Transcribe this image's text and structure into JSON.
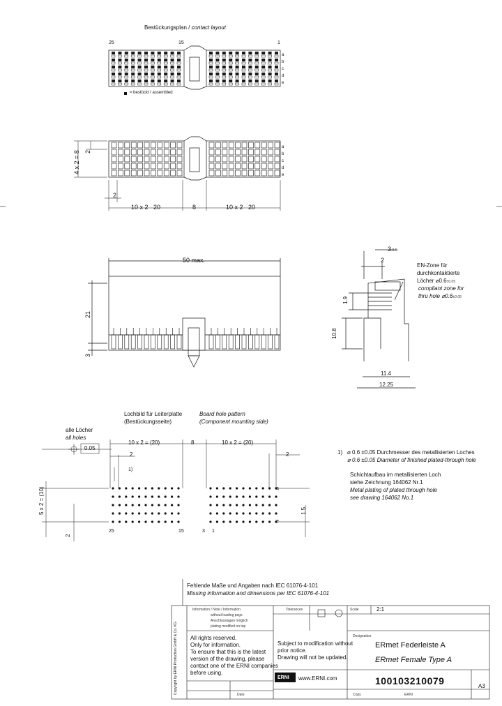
{
  "layout_plan": {
    "title": "Bestückungsplan",
    "title_en": "contact layout",
    "col_25": "25",
    "col_15": "15",
    "col_1": "1",
    "rows": [
      "a",
      "b",
      "c",
      "d",
      "e"
    ],
    "legend_text": "= bestückt / assembled"
  },
  "holes_view": {
    "dim_4x2": "4 x 2 = 8",
    "dim_2_vert": "2",
    "dim_2_horiz": "2",
    "dim_10x2_left": "10 x 2",
    "dim_20_left": "20",
    "dim_8": "8",
    "dim_10x2_right": "10 x 2",
    "dim_20_right": "20"
  },
  "front_view": {
    "dim_50": "50 max.",
    "dim_21": "21",
    "dim_3": "3"
  },
  "side_view": {
    "dim_3": "3",
    "dim_3_tol": "-0.5",
    "dim_2": "2",
    "dim_1_9": "1.9",
    "dim_10_8": "10.8",
    "dim_11_4": "11.4",
    "dim_12_25": "12.25",
    "en_zone": [
      "EN-Zone für",
      "durchkontaktierte",
      "Löcher ⌀0.6",
      "compliant zone for",
      "thru hole ⌀0.6"
    ],
    "tol_sup": "±0.05"
  },
  "hole_pattern": {
    "title_de": "Lochbild für Leiterplatte",
    "title_de2": "(Bestückungsseite)",
    "title_en": "Board hole pattern",
    "title_en2": "(Component mounting side)",
    "all_holes_de": "alle Löcher",
    "all_holes_en": "all holes",
    "tol_005": "0.05",
    "dim_10x2_left": "10 x",
    "dim_2_left": "2",
    "dim_20_left": "= (20)",
    "dim_8": "8",
    "dim_10x2_right": "10 x",
    "dim_2_right": "2",
    "dim_20_right": "= (20)",
    "dim_2_top": "2",
    "dim_2_right_box": "2",
    "dim_1": "1)",
    "dim_5x2": "5 x 2 = (10)",
    "dim_2_bottom": "2",
    "dim_1_5": "1.5",
    "col_25": "25",
    "col_15": "15",
    "col_3": "3",
    "col_1": "1",
    "row_a": "a",
    "row_e": "e"
  },
  "notes": {
    "note1_num": "1)",
    "note1_de": "⌀ 0.6 ±0.05 Durchmesser des metallisierten Loches",
    "note1_en": "⌀ 0.6 ±0.05 Diameter of finished plated-through hole",
    "note2_de": [
      "Schichtaufbau im metallisierten Loch",
      "siehe Zeichnung 164062 Nr.1"
    ],
    "note2_en": [
      "Metal plating of plated through hole",
      "see drawing 164062 No.1"
    ]
  },
  "missing": {
    "de": "Fehlende Maße und Angaben nach IEC 61076-4-101",
    "en": "Missing information and dimensions per IEC 61076-4-101"
  },
  "title_block": {
    "info_lines": [
      "Information / Note / Information",
      "without loading pegs",
      "Anschlusslagen möglich",
      "plating modified on top"
    ],
    "rights": [
      "All rights reserved.",
      "Only for information.",
      "To ensure that this is the latest",
      "version of the drawing, please",
      "contact one of the ERNI companies",
      "before using."
    ],
    "tolerances": "Tolerances",
    "scale_label": "Scale",
    "scale": "2:1",
    "subject": [
      "Subject to modification without",
      "prior notice.",
      "Drawing will not be updated."
    ],
    "designation_label": "Designation",
    "designation_de": "ERmet Federleiste A",
    "designation_en": "ERmet Female Type A",
    "part_no": "100103210079",
    "sheet_size": "A3",
    "www": "www.ERNI.com",
    "logo": "ERNI",
    "date_label": "Date",
    "copy_label": "Copy",
    "company": "ERNI",
    "side_vert": "Copyright by ERNI Production GmbH & Co. KG"
  },
  "colors": {
    "ink": "#111111",
    "fill": "#1a1a1a"
  }
}
